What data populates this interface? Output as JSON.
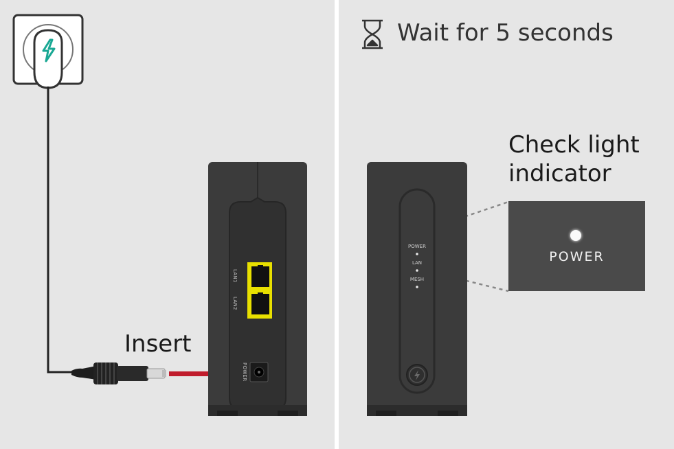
{
  "steps": {
    "plug_in": {
      "action_label": "Insert",
      "port_labels": {
        "lan1": "LAN1",
        "lan2": "LAN2",
        "power": "POWER"
      },
      "icons": [
        "power-outlet-icon",
        "lightning-icon",
        "power-cable-plug",
        "insert-arrow-icon"
      ],
      "colors": {
        "arrow": "#c01c2c",
        "outlet_bolt": "#1aa894",
        "lan_port": "#e8e000"
      }
    },
    "verify": {
      "wait_label": "Wait for 5 seconds",
      "check_label_line1": "Check light",
      "check_label_line2": "indicator",
      "led_labels": {
        "power": "POWER",
        "lan": "LAN",
        "mesh": "MESH"
      },
      "zoom_caption": "POWER",
      "icons": [
        "hourglass-icon",
        "power-button-icon"
      ]
    }
  }
}
